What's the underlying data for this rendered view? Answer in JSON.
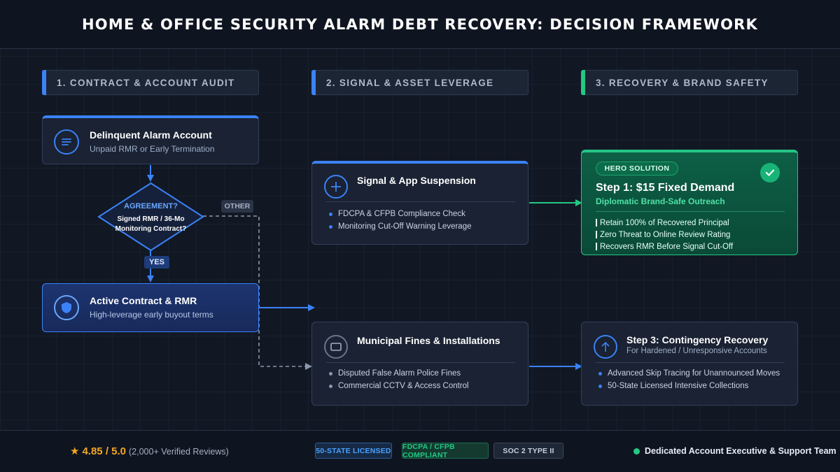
{
  "header": {
    "title": "HOME & OFFICE SECURITY ALARM DEBT RECOVERY: DECISION FRAMEWORK"
  },
  "columns": [
    {
      "label": "1. CONTRACT & ACCOUNT AUDIT",
      "accent": "#3b82f6"
    },
    {
      "label": "2. SIGNAL & ASSET LEVERAGE",
      "accent": "#3b82f6"
    },
    {
      "label": "3. RECOVERY & BRAND SAFETY",
      "accent": "#22c983"
    }
  ],
  "delinquent": {
    "title": "Delinquent Alarm Account",
    "subtitle": "Unpaid RMR or Early Termination",
    "icon": "list-icon"
  },
  "decision": {
    "title": "AGREEMENT?",
    "line1": "Signed RMR / 36-Mo",
    "line2": "Monitoring Contract?",
    "yes_label": "YES",
    "other_label": "OTHER"
  },
  "active_contract": {
    "title": "Active Contract & RMR",
    "subtitle": "High-leverage early buyout terms",
    "icon": "shield-icon"
  },
  "signal_card": {
    "title": "Signal & App Suspension",
    "icon": "crosshair-icon",
    "bullets": [
      "FDCPA & CFPB Compliance Check",
      "Monitoring Cut-Off Warning Leverage"
    ]
  },
  "municipal_card": {
    "title": "Municipal Fines & Installations",
    "icon": "camera-icon",
    "bullets": [
      "Disputed False Alarm Police Fines",
      "Commercial CCTV & Access Control"
    ]
  },
  "hero": {
    "badge": "HERO SOLUTION",
    "title": "Step 1: $15 Fixed Demand",
    "subtitle": "Diplomatic Brand-Safe Outreach",
    "icon": "check-icon",
    "lines": [
      "Retain 100% of Recovered Principal",
      "Zero Threat to Online Review Rating",
      "Recovers RMR Before Signal Cut-Off"
    ]
  },
  "contingency": {
    "title": "Step 3: Contingency Recovery",
    "subtitle": "For Hardened / Unresponsive Accounts",
    "icon": "arrow-up-icon",
    "bullets": [
      "Advanced Skip Tracing for Unannounced Moves",
      "50-State Licensed Intensive Collections"
    ]
  },
  "footer": {
    "rating_star": "★",
    "rating": "4.85 / 5.0",
    "reviews": "(2,000+ Verified Reviews)",
    "badges": [
      {
        "label": "50-STATE LICENSED",
        "color": "#4aa3ff"
      },
      {
        "label": "FDCPA / CFPB COMPLIANT",
        "color": "#22c983"
      },
      {
        "label": "SOC 2 TYPE II",
        "color": "#c7d0de"
      }
    ],
    "support": "Dedicated Account Executive & Support Team"
  },
  "colors": {
    "blue": "#3b82f6",
    "green": "#22c983",
    "grey": "#6b7689",
    "star": "#f5a623"
  }
}
